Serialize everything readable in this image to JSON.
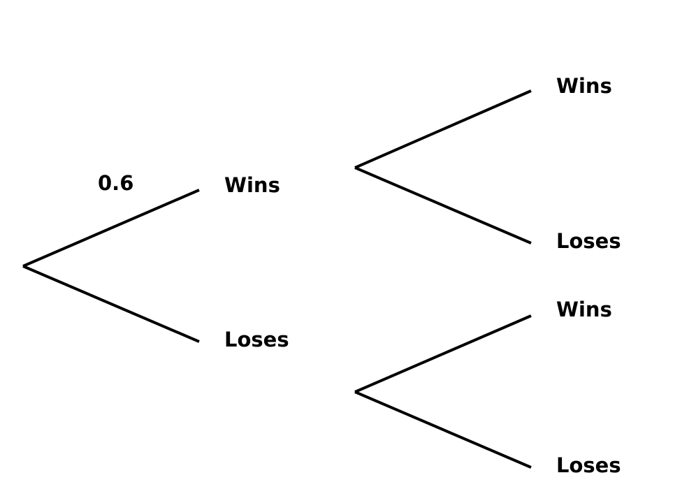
{
  "tree": {
    "probability_first_win": "0.6",
    "level1": {
      "win_label": "Wins",
      "lose_label": "Loses"
    },
    "level2": {
      "after_win": {
        "win_label": "Wins",
        "lose_label": "Loses"
      },
      "after_lose": {
        "win_label": "Wins",
        "lose_label": "Loses"
      }
    }
  },
  "style": {
    "line_color": "#000000",
    "text_color": "#000000",
    "background": "#ffffff"
  }
}
